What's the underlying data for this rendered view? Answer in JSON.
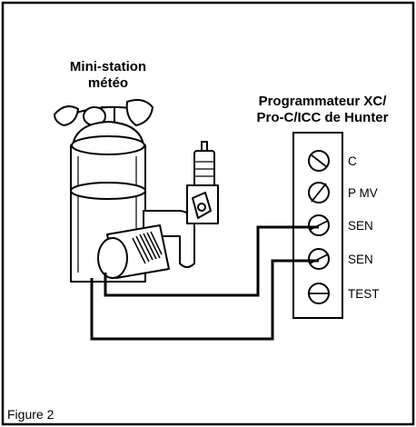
{
  "figure": {
    "weather_station_label": [
      "Mini-station",
      "météo"
    ],
    "controller_label": [
      "Programmateur XC/",
      "Pro-C/ICC de Hunter"
    ],
    "terminals": [
      "C",
      "P MV",
      "SEN",
      "SEN",
      "TEST"
    ],
    "caption": "Figure 2"
  }
}
